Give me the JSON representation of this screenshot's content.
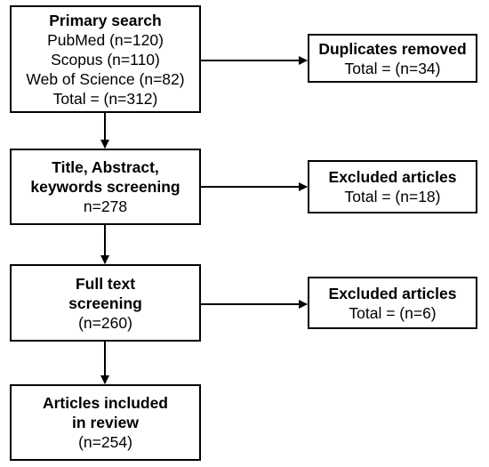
{
  "boxes": {
    "primary": {
      "title": "Primary search",
      "lines": [
        "PubMed (n=120)",
        "Scopus (n=110)",
        "Web of Science (n=82)",
        "Total = (n=312)"
      ]
    },
    "duplicates": {
      "title": "Duplicates removed",
      "lines": [
        "Total = (n=34)"
      ]
    },
    "title_screening": {
      "title_lines": [
        "Title, Abstract,",
        "keywords screening"
      ],
      "lines": [
        "n=278"
      ]
    },
    "excluded_1": {
      "title": "Excluded articles",
      "lines": [
        "Total = (n=18)"
      ]
    },
    "full_text": {
      "title_lines": [
        "Full text",
        "screening"
      ],
      "lines": [
        "(n=260)"
      ]
    },
    "excluded_2": {
      "title": "Excluded articles",
      "lines": [
        "Total = (n=6)"
      ]
    },
    "included": {
      "title_lines": [
        "Articles included",
        "in review"
      ],
      "lines": [
        "(n=254)"
      ]
    }
  }
}
